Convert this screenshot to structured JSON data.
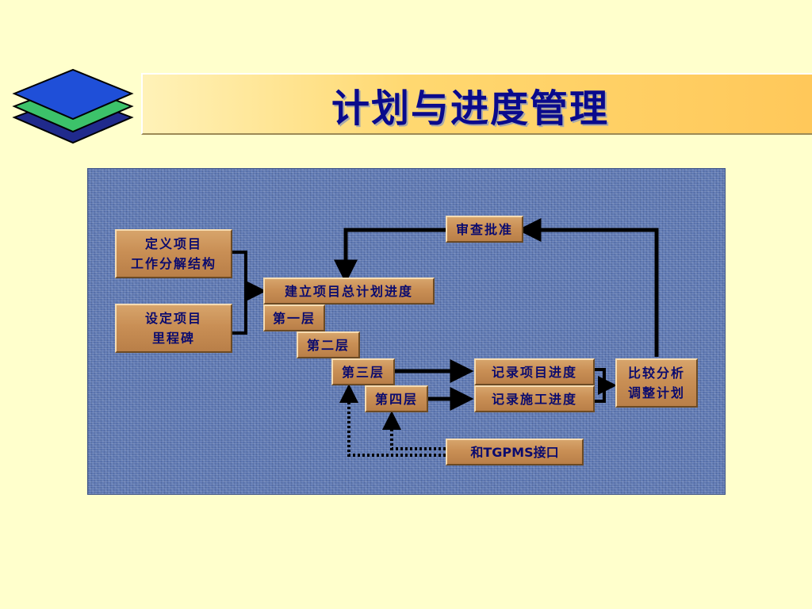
{
  "slide": {
    "title": "计划与进度管理"
  },
  "logo": {
    "icon": "stacked-layers-icon",
    "colors": [
      "#1f4fd8",
      "#3cc26a",
      "#202a8c"
    ]
  },
  "diagram": {
    "nodes": {
      "define_wbs": {
        "line1": "定义项目",
        "line2": "工作分解结构"
      },
      "set_milestones": {
        "line1": "设定项目",
        "line2": "里程碑"
      },
      "master_plan": {
        "label": "建立项目总计划进度"
      },
      "level1": {
        "label": "第一层"
      },
      "level2": {
        "label": "第二层"
      },
      "level3": {
        "label": "第三层"
      },
      "level4": {
        "label": "第四层"
      },
      "review": {
        "label": "审查批准"
      },
      "record_project": {
        "label": "记录项目进度"
      },
      "record_construction": {
        "label": "记录施工进度"
      },
      "compare_adjust": {
        "line1": "比较分析",
        "line2": "调整计划"
      },
      "tgpms_interface": {
        "label": "和TGPMS接口"
      }
    },
    "colors": {
      "panel": "#5f79b3",
      "box": "#c98f55",
      "text": "#0b0b6e",
      "arrow": "#000000"
    }
  }
}
